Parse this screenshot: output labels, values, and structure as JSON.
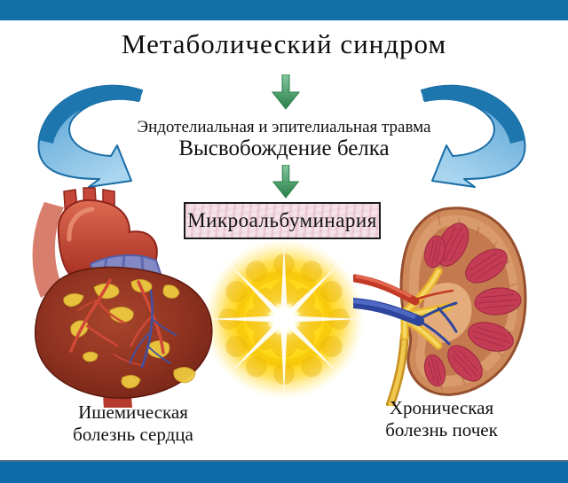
{
  "title": "Метаболический синдром",
  "flow": {
    "step1_line1": "Эндотелиальная и эпителиальная травма",
    "step1_line2": "Высвобождение белка",
    "result_box": "Микроальбуминария"
  },
  "outcomes": {
    "heart_line1": "Ишемическая",
    "heart_line2": "болезнь сердца",
    "kidney_line1": "Хроническая",
    "kidney_line2": "болезнь почек"
  },
  "icons": {
    "down_arrow_1": "down-arrow-icon",
    "down_arrow_2": "down-arrow-icon",
    "curved_left": "curved-arrow-left-icon",
    "curved_right": "curved-arrow-right-icon",
    "sunburst": "sunburst-glow",
    "heart": "heart-illustration",
    "kidney": "kidney-illustration"
  },
  "colors": {
    "bar_blue_top": "#1270a6",
    "bar_blue_bottom": "#0d6ba7",
    "arrow_green": "#2f8a52",
    "arrow_blue_face": "#6fb3de",
    "arrow_blue_top": "#1d77ae",
    "box_pink_bg": "#f5e3e9",
    "box_border": "#1b1b1b",
    "sun_yellow": "#ffd408",
    "heart_red": "#8e3220",
    "kidney_tan": "#ce8a5a",
    "text_black": "#0d0d0d"
  }
}
